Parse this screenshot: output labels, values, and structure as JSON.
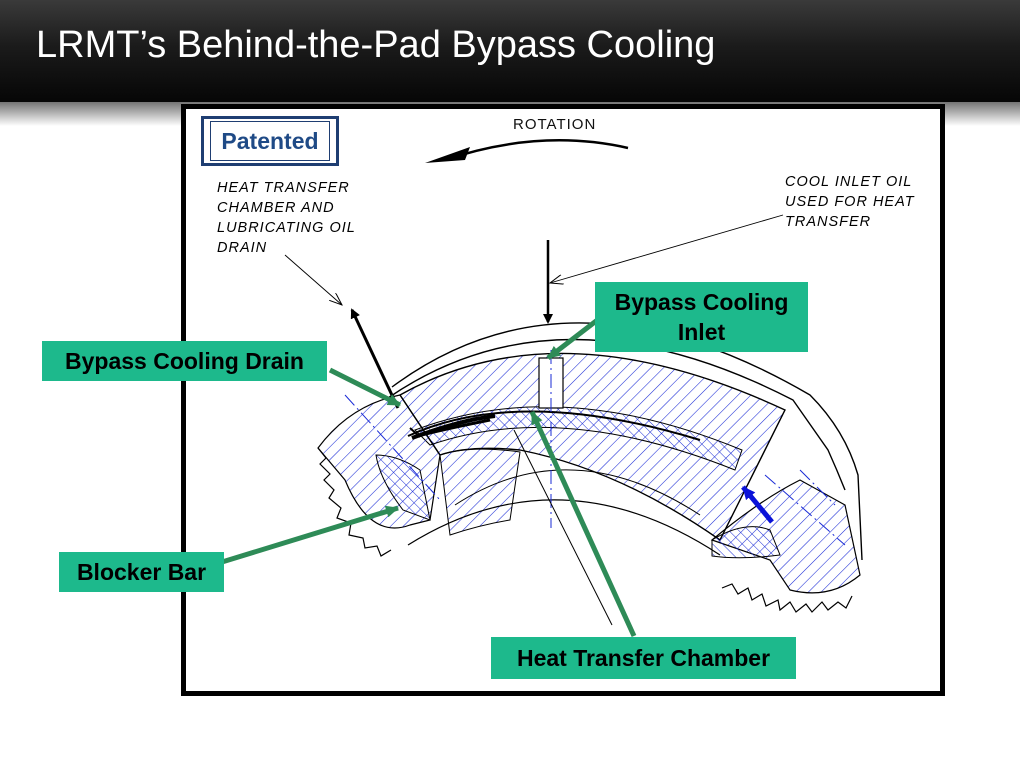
{
  "slide": {
    "title": "LRMT’s Behind-the-Pad Bypass Cooling"
  },
  "diagram": {
    "badge": "Patented",
    "rotation_label": "ROTATION",
    "notes": {
      "heat_transfer": "HEAT TRANSFER\nCHAMBER AND\nLUBRICATING OIL\nDRAIN",
      "cool_inlet": "COOL INLET OIL\nUSED FOR HEAT\nTRANSFER"
    },
    "callouts": {
      "bypass_drain": "Bypass Cooling Drain",
      "bypass_inlet": "Bypass Cooling\nInlet",
      "blocker_bar": "Blocker Bar",
      "heat_chamber": "Heat Transfer Chamber"
    }
  },
  "colors": {
    "callout_fill": "#1db98c",
    "callout_arrow": "#2e8b57",
    "badge_border": "#1f3e72",
    "hatch": "#1a2bd6",
    "flow_arrow": "#0a12d8"
  }
}
